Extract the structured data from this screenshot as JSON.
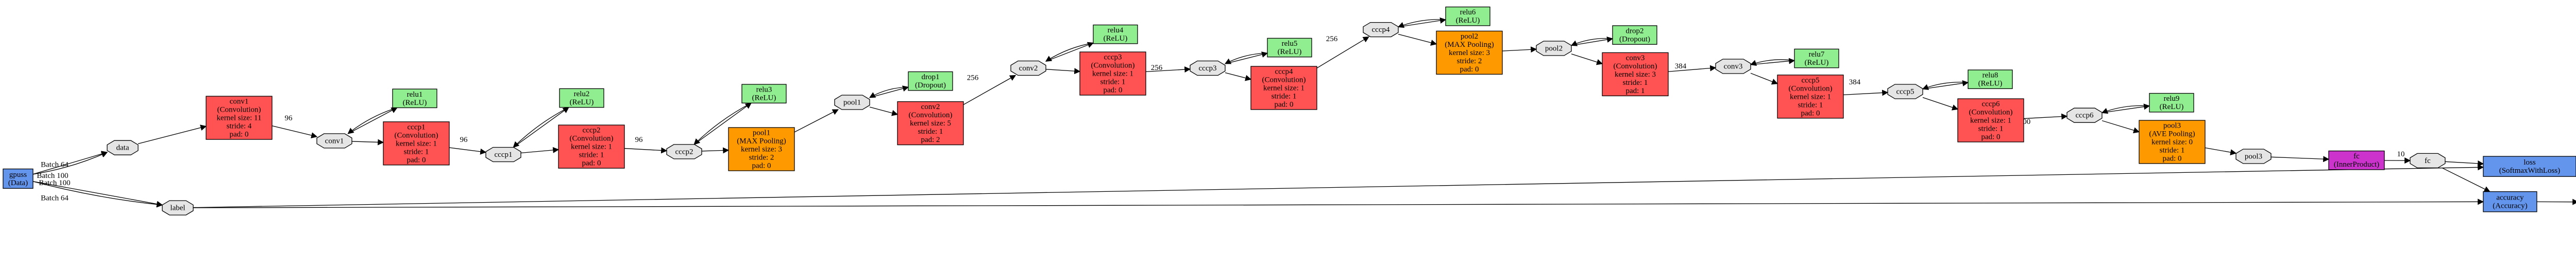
{
  "diagram": {
    "nodes": [
      {
        "id": "gpuss",
        "shape": "box",
        "fill": "#6495ed",
        "lines": [
          "gpuss",
          "(Data)"
        ]
      },
      {
        "id": "data",
        "shape": "octagon",
        "fill": "#e5e5e5",
        "lines": [
          "data"
        ]
      },
      {
        "id": "label",
        "shape": "octagon",
        "fill": "#e5e5e5",
        "lines": [
          "label"
        ]
      },
      {
        "id": "conv1",
        "shape": "box",
        "fill": "#ff5252",
        "lines": [
          "conv1",
          "(Convolution)",
          "kernel size: 11",
          "stride: 4",
          "pad: 0"
        ]
      },
      {
        "id": "conv1_blob",
        "shape": "octagon",
        "fill": "#e5e5e5",
        "lines": [
          "conv1"
        ]
      },
      {
        "id": "relu1",
        "shape": "box",
        "fill": "#90ee90",
        "lines": [
          "relu1",
          "(ReLU)"
        ]
      },
      {
        "id": "cccp1",
        "shape": "box",
        "fill": "#ff5252",
        "lines": [
          "cccp1",
          "(Convolution)",
          "kernel size: 1",
          "stride: 1",
          "pad: 0"
        ]
      },
      {
        "id": "cccp1_blob",
        "shape": "octagon",
        "fill": "#e5e5e5",
        "lines": [
          "cccp1"
        ]
      },
      {
        "id": "relu2",
        "shape": "box",
        "fill": "#90ee90",
        "lines": [
          "relu2",
          "(ReLU)"
        ]
      },
      {
        "id": "cccp2",
        "shape": "box",
        "fill": "#ff5252",
        "lines": [
          "cccp2",
          "(Convolution)",
          "kernel size: 1",
          "stride: 1",
          "pad: 0"
        ]
      },
      {
        "id": "cccp2_blob",
        "shape": "octagon",
        "fill": "#e5e5e5",
        "lines": [
          "cccp2"
        ]
      },
      {
        "id": "relu3",
        "shape": "box",
        "fill": "#90ee90",
        "lines": [
          "relu3",
          "(ReLU)"
        ]
      },
      {
        "id": "pool1",
        "shape": "box",
        "fill": "#ff9900",
        "lines": [
          "pool1",
          "(MAX Pooling)",
          "kernel size: 3",
          "stride: 2",
          "pad: 0"
        ]
      },
      {
        "id": "pool1_blob",
        "shape": "octagon",
        "fill": "#e5e5e5",
        "lines": [
          "pool1"
        ]
      },
      {
        "id": "drop1",
        "shape": "box",
        "fill": "#90ee90",
        "lines": [
          "drop1",
          "(Dropout)"
        ]
      },
      {
        "id": "conv2",
        "shape": "box",
        "fill": "#ff5252",
        "lines": [
          "conv2",
          "(Convolution)",
          "kernel size: 5",
          "stride: 1",
          "pad: 2"
        ]
      },
      {
        "id": "conv2_blob",
        "shape": "octagon",
        "fill": "#e5e5e5",
        "lines": [
          "conv2"
        ]
      },
      {
        "id": "relu4",
        "shape": "box",
        "fill": "#90ee90",
        "lines": [
          "relu4",
          "(ReLU)"
        ]
      },
      {
        "id": "cccp3",
        "shape": "box",
        "fill": "#ff5252",
        "lines": [
          "cccp3",
          "(Convolution)",
          "kernel size: 1",
          "stride: 1",
          "pad: 0"
        ]
      },
      {
        "id": "cccp3_blob",
        "shape": "octagon",
        "fill": "#e5e5e5",
        "lines": [
          "cccp3"
        ]
      },
      {
        "id": "relu5",
        "shape": "box",
        "fill": "#90ee90",
        "lines": [
          "relu5",
          "(ReLU)"
        ]
      },
      {
        "id": "cccp4",
        "shape": "box",
        "fill": "#ff5252",
        "lines": [
          "cccp4",
          "(Convolution)",
          "kernel size: 1",
          "stride: 1",
          "pad: 0"
        ]
      },
      {
        "id": "cccp4_blob",
        "shape": "octagon",
        "fill": "#e5e5e5",
        "lines": [
          "cccp4"
        ]
      },
      {
        "id": "relu6",
        "shape": "box",
        "fill": "#90ee90",
        "lines": [
          "relu6",
          "(ReLU)"
        ]
      },
      {
        "id": "pool2",
        "shape": "box",
        "fill": "#ff9900",
        "lines": [
          "pool2",
          "(MAX Pooling)",
          "kernel size: 3",
          "stride: 2",
          "pad: 0"
        ]
      },
      {
        "id": "pool2_blob",
        "shape": "octagon",
        "fill": "#e5e5e5",
        "lines": [
          "pool2"
        ]
      },
      {
        "id": "drop2",
        "shape": "box",
        "fill": "#90ee90",
        "lines": [
          "drop2",
          "(Dropout)"
        ]
      },
      {
        "id": "conv3",
        "shape": "box",
        "fill": "#ff5252",
        "lines": [
          "conv3",
          "(Convolution)",
          "kernel size: 3",
          "stride: 1",
          "pad: 1"
        ]
      },
      {
        "id": "conv3_blob",
        "shape": "octagon",
        "fill": "#e5e5e5",
        "lines": [
          "conv3"
        ]
      },
      {
        "id": "relu7",
        "shape": "box",
        "fill": "#90ee90",
        "lines": [
          "relu7",
          "(ReLU)"
        ]
      },
      {
        "id": "cccp5",
        "shape": "box",
        "fill": "#ff5252",
        "lines": [
          "cccp5",
          "(Convolution)",
          "kernel size: 1",
          "stride: 1",
          "pad: 0"
        ]
      },
      {
        "id": "cccp5_blob",
        "shape": "octagon",
        "fill": "#e5e5e5",
        "lines": [
          "cccp5"
        ]
      },
      {
        "id": "relu8",
        "shape": "box",
        "fill": "#90ee90",
        "lines": [
          "relu8",
          "(ReLU)"
        ]
      },
      {
        "id": "cccp6",
        "shape": "box",
        "fill": "#ff5252",
        "lines": [
          "cccp6",
          "(Convolution)",
          "kernel size: 1",
          "stride: 1",
          "pad: 0"
        ]
      },
      {
        "id": "cccp6_blob",
        "shape": "octagon",
        "fill": "#e5e5e5",
        "lines": [
          "cccp6"
        ]
      },
      {
        "id": "relu9",
        "shape": "box",
        "fill": "#90ee90",
        "lines": [
          "relu9",
          "(ReLU)"
        ]
      },
      {
        "id": "pool3",
        "shape": "box",
        "fill": "#ff9900",
        "lines": [
          "pool3",
          "(AVE Pooling)",
          "kernel size: 0",
          "stride: 1",
          "pad: 0"
        ]
      },
      {
        "id": "pool3_blob",
        "shape": "octagon",
        "fill": "#e5e5e5",
        "lines": [
          "pool3"
        ]
      },
      {
        "id": "fc",
        "shape": "box",
        "fill": "#cc33cc",
        "lines": [
          "fc",
          "(InnerProduct)"
        ]
      },
      {
        "id": "fc_blob",
        "shape": "octagon",
        "fill": "#e5e5e5",
        "lines": [
          "fc"
        ]
      },
      {
        "id": "loss",
        "shape": "box",
        "fill": "#6495ed",
        "lines": [
          "loss",
          "(SoftmaxWithLoss)"
        ]
      },
      {
        "id": "loss_blob",
        "shape": "ellipse",
        "fill": "#ffffff",
        "lines": [
          "loss"
        ]
      },
      {
        "id": "accuracy",
        "shape": "box",
        "fill": "#6495ed",
        "lines": [
          "accuracy",
          "(Accuracy)"
        ]
      },
      {
        "id": "accuracy_blob",
        "shape": "ellipse",
        "fill": "#ffffff",
        "lines": [
          "accuracy"
        ]
      }
    ],
    "edges": [
      {
        "from": "gpuss",
        "to": "data",
        "label": "Batch 64"
      },
      {
        "from": "gpuss",
        "to": "data",
        "label": "Batch 100"
      },
      {
        "from": "gpuss",
        "to": "label",
        "label": "Batch 100"
      },
      {
        "from": "gpuss",
        "to": "label",
        "label": "Batch 64"
      },
      {
        "from": "data",
        "to": "conv1",
        "label": ""
      },
      {
        "from": "conv1",
        "to": "conv1_blob",
        "label": "96"
      },
      {
        "from": "conv1_blob",
        "to": "relu1",
        "label": ""
      },
      {
        "from": "relu1",
        "to": "conv1_blob",
        "label": ""
      },
      {
        "from": "conv1_blob",
        "to": "cccp1",
        "label": ""
      },
      {
        "from": "cccp1",
        "to": "cccp1_blob",
        "label": "96"
      },
      {
        "from": "cccp1_blob",
        "to": "relu2",
        "label": ""
      },
      {
        "from": "relu2",
        "to": "cccp1_blob",
        "label": ""
      },
      {
        "from": "cccp1_blob",
        "to": "cccp2",
        "label": ""
      },
      {
        "from": "cccp2",
        "to": "cccp2_blob",
        "label": "96"
      },
      {
        "from": "cccp2_blob",
        "to": "relu3",
        "label": ""
      },
      {
        "from": "relu3",
        "to": "cccp2_blob",
        "label": ""
      },
      {
        "from": "cccp2_blob",
        "to": "pool1",
        "label": ""
      },
      {
        "from": "pool1",
        "to": "pool1_blob",
        "label": ""
      },
      {
        "from": "pool1_blob",
        "to": "drop1",
        "label": ""
      },
      {
        "from": "drop1",
        "to": "pool1_blob",
        "label": ""
      },
      {
        "from": "pool1_blob",
        "to": "conv2",
        "label": ""
      },
      {
        "from": "conv2",
        "to": "conv2_blob",
        "label": "256"
      },
      {
        "from": "conv2_blob",
        "to": "relu4",
        "label": ""
      },
      {
        "from": "relu4",
        "to": "conv2_blob",
        "label": ""
      },
      {
        "from": "conv2_blob",
        "to": "cccp3",
        "label": ""
      },
      {
        "from": "cccp3",
        "to": "cccp3_blob",
        "label": "256"
      },
      {
        "from": "cccp3_blob",
        "to": "relu5",
        "label": ""
      },
      {
        "from": "relu5",
        "to": "cccp3_blob",
        "label": ""
      },
      {
        "from": "cccp3_blob",
        "to": "cccp4",
        "label": ""
      },
      {
        "from": "cccp4",
        "to": "cccp4_blob",
        "label": "256"
      },
      {
        "from": "cccp4_blob",
        "to": "relu6",
        "label": ""
      },
      {
        "from": "relu6",
        "to": "cccp4_blob",
        "label": ""
      },
      {
        "from": "cccp4_blob",
        "to": "pool2",
        "label": ""
      },
      {
        "from": "pool2",
        "to": "pool2_blob",
        "label": ""
      },
      {
        "from": "pool2_blob",
        "to": "drop2",
        "label": ""
      },
      {
        "from": "drop2",
        "to": "pool2_blob",
        "label": ""
      },
      {
        "from": "pool2_blob",
        "to": "conv3",
        "label": ""
      },
      {
        "from": "conv3",
        "to": "conv3_blob",
        "label": "384"
      },
      {
        "from": "conv3_blob",
        "to": "relu7",
        "label": ""
      },
      {
        "from": "relu7",
        "to": "conv3_blob",
        "label": ""
      },
      {
        "from": "conv3_blob",
        "to": "cccp5",
        "label": ""
      },
      {
        "from": "cccp5",
        "to": "cccp5_blob",
        "label": "384"
      },
      {
        "from": "cccp5_blob",
        "to": "relu8",
        "label": ""
      },
      {
        "from": "relu8",
        "to": "cccp5_blob",
        "label": ""
      },
      {
        "from": "cccp5_blob",
        "to": "cccp6",
        "label": ""
      },
      {
        "from": "cccp6",
        "to": "cccp6_blob",
        "label": "100"
      },
      {
        "from": "cccp6_blob",
        "to": "relu9",
        "label": ""
      },
      {
        "from": "relu9",
        "to": "cccp6_blob",
        "label": ""
      },
      {
        "from": "cccp6_blob",
        "to": "pool3",
        "label": ""
      },
      {
        "from": "pool3",
        "to": "pool3_blob",
        "label": ""
      },
      {
        "from": "pool3_blob",
        "to": "fc",
        "label": ""
      },
      {
        "from": "fc",
        "to": "fc_blob",
        "label": "10"
      },
      {
        "from": "fc_blob",
        "to": "loss",
        "label": ""
      },
      {
        "from": "fc_blob",
        "to": "accuracy",
        "label": ""
      },
      {
        "from": "label",
        "to": "loss",
        "label": ""
      },
      {
        "from": "label",
        "to": "accuracy",
        "label": ""
      },
      {
        "from": "loss",
        "to": "loss_blob",
        "label": ""
      },
      {
        "from": "accuracy",
        "to": "accuracy_blob",
        "label": ""
      }
    ]
  }
}
